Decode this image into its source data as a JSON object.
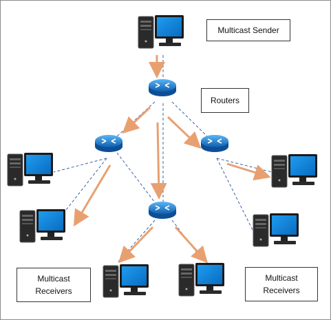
{
  "labels": {
    "sender": "Multicast Sender",
    "routers": "Routers",
    "receivers_left_line1": "Multicast",
    "receivers_left_line2": "Receivers",
    "receivers_right_line1": "Multicast",
    "receivers_right_line2": "Receivers"
  },
  "icons": {
    "computer": "computer-icon",
    "router": "router-icon"
  },
  "colors": {
    "arrow": "#e8a070",
    "dashed_link": "#3a5fa8",
    "router_body": "#1f7fd4",
    "monitor_screen": "#1a8fe0"
  }
}
